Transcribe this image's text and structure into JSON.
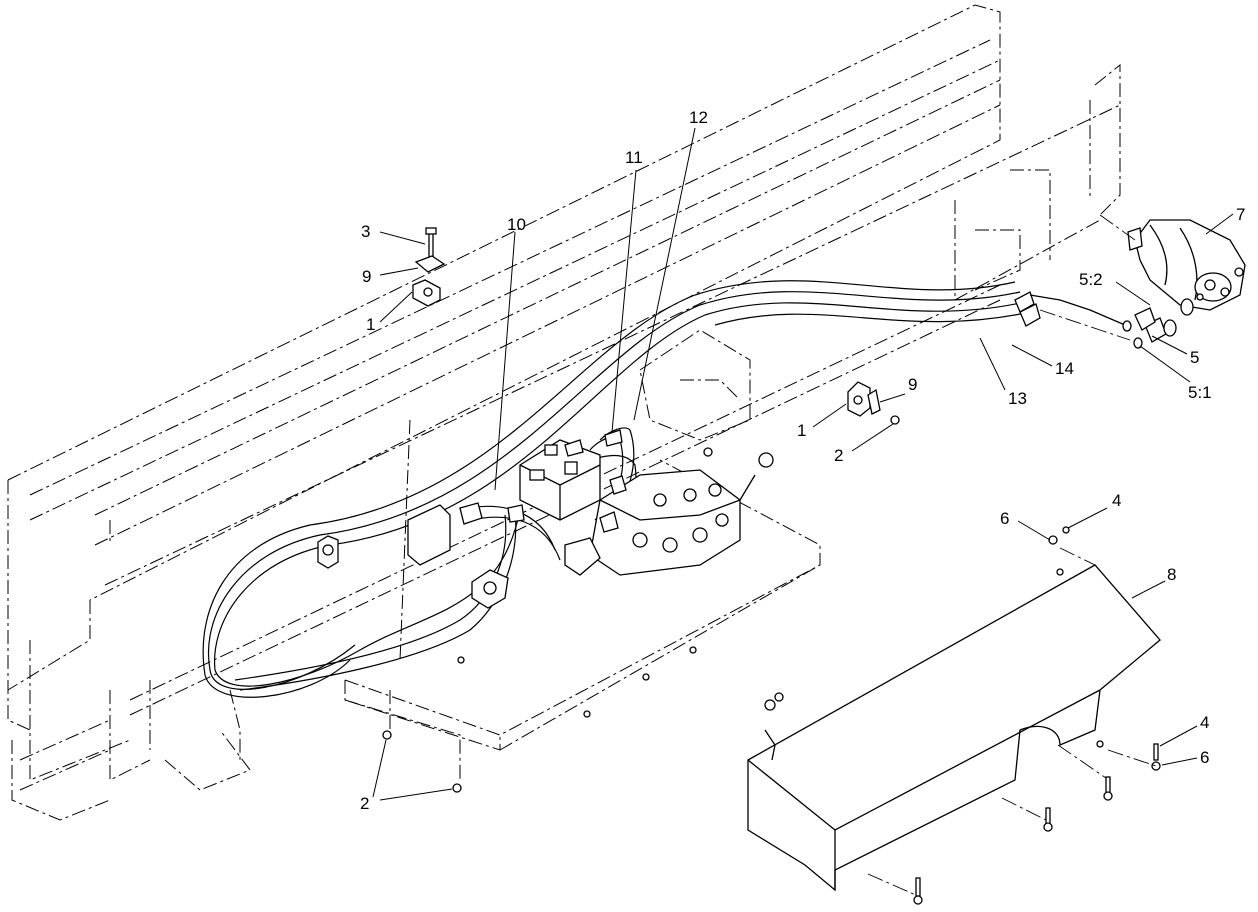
{
  "callouts": [
    {
      "id": "c3",
      "text": "3"
    },
    {
      "id": "c9a",
      "text": "9"
    },
    {
      "id": "c1a",
      "text": "1"
    },
    {
      "id": "c10",
      "text": "10"
    },
    {
      "id": "c11",
      "text": "11"
    },
    {
      "id": "c12",
      "text": "12"
    },
    {
      "id": "c7",
      "text": "7"
    },
    {
      "id": "c52",
      "text": "5:2"
    },
    {
      "id": "c5",
      "text": "5"
    },
    {
      "id": "c51",
      "text": "5:1"
    },
    {
      "id": "c14",
      "text": "14"
    },
    {
      "id": "c13",
      "text": "13"
    },
    {
      "id": "c9b",
      "text": "9"
    },
    {
      "id": "c1b",
      "text": "1"
    },
    {
      "id": "c2a",
      "text": "2"
    },
    {
      "id": "c6a",
      "text": "6"
    },
    {
      "id": "c4a",
      "text": "4"
    },
    {
      "id": "c8",
      "text": "8"
    },
    {
      "id": "c4b",
      "text": "4"
    },
    {
      "id": "c6b",
      "text": "6"
    },
    {
      "id": "c2b",
      "text": "2"
    }
  ]
}
